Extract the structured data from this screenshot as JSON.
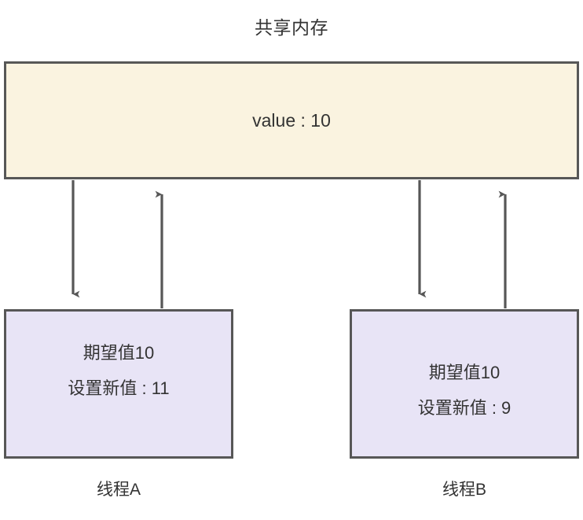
{
  "diagram": {
    "title": "共享内存",
    "shared_memory": {
      "label": "value : 10",
      "fill_color": "#faf3e0",
      "border_color": "#575757"
    },
    "threads": [
      {
        "name": "线程A",
        "expected_line": "期望值10",
        "new_value_line": "设置新值 : 11",
        "fill_color": "#e8e4f6",
        "border_color": "#575757"
      },
      {
        "name": "线程B",
        "expected_line": "期望值10",
        "new_value_line": "设置新值 : 9",
        "fill_color": "#e8e4f6",
        "border_color": "#575757"
      }
    ],
    "arrows": {
      "color": "#575757",
      "read_arrow_name": "read-from-memory-arrow",
      "write_arrow_name": "write-to-memory-arrow"
    }
  }
}
